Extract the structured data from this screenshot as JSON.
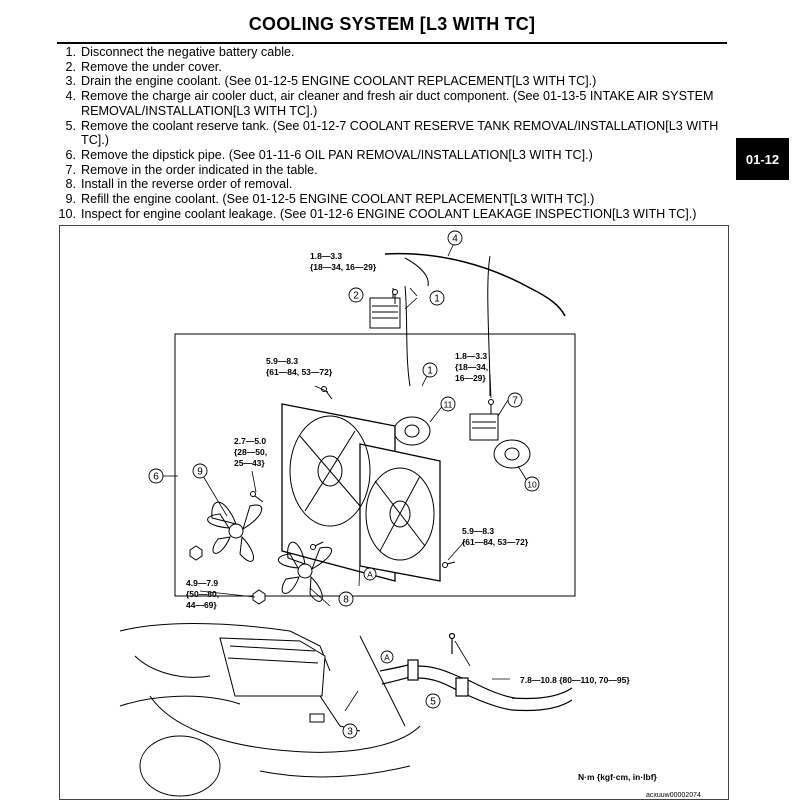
{
  "header": {
    "title": "COOLING SYSTEM [L3 WITH TC]"
  },
  "side_tab": {
    "label": "01-12"
  },
  "steps": [
    {
      "num": "1.",
      "text": "Disconnect the negative battery cable."
    },
    {
      "num": "2.",
      "text": "Remove the under cover."
    },
    {
      "num": "3.",
      "text": "Drain the engine coolant. (See 01-12-5 ENGINE COOLANT REPLACEMENT[L3 WITH TC].)"
    },
    {
      "num": "4.",
      "text": "Remove the charge air cooler duct, air cleaner and fresh air duct component. (See 01-13-5 INTAKE AIR SYSTEM REMOVAL/INSTALLATION[L3 WITH TC].)"
    },
    {
      "num": "5.",
      "text": "Remove the coolant reserve tank. (See 01-12-7 COOLANT RESERVE TANK REMOVAL/INSTALLATION[L3 WITH TC].)"
    },
    {
      "num": "6.",
      "text": "Remove the dipstick pipe. (See 01-11-6 OIL PAN REMOVAL/INSTALLATION[L3 WITH TC].)"
    },
    {
      "num": "7.",
      "text": "Remove in the order indicated in the table."
    },
    {
      "num": "8.",
      "text": "Install in the reverse order of removal."
    },
    {
      "num": "9.",
      "text": "Refill the engine coolant. (See 01-12-5 ENGINE COOLANT REPLACEMENT[L3 WITH TC].)"
    },
    {
      "num": "10.",
      "text": "Inspect for engine coolant leakage. (See 01-12-6 ENGINE COOLANT LEAKAGE INSPECTION[L3 WITH TC].)"
    }
  ],
  "figure": {
    "torque_specs": {
      "t1_l1": "1.8—3.3",
      "t1_l2": "{18—34, 16—29}",
      "t2_l1": "5.9—8.3",
      "t2_l2": "{61—84, 53—72}",
      "t3_l1": "1.8—3.3",
      "t3_l2": "{18—34,",
      "t3_l3": "16—29}",
      "t4_l1": "2.7—5.0",
      "t4_l2": "{28—50,",
      "t4_l3": "25—43}",
      "t5_l1": "5.9—8.3",
      "t5_l2": "{61—84, 53—72}",
      "t6_l1": "4.9—7.9",
      "t6_l2": "{50—80,",
      "t6_l3": "44—69}",
      "t7": "7.8—10.8 {80—110, 70—95}"
    },
    "callouts": {
      "c1a": "1",
      "c1b": "1",
      "c2": "2",
      "c3": "3",
      "c4": "4",
      "c5": "5",
      "c6": "6",
      "c7": "7",
      "c8": "8",
      "c9": "9",
      "c10": "10",
      "c11": "11",
      "ref_a1": "A",
      "ref_a2": "A"
    },
    "unit_note": "N·m {kgf·cm, in·lbf}",
    "figure_id": "acxuuw00002074"
  }
}
